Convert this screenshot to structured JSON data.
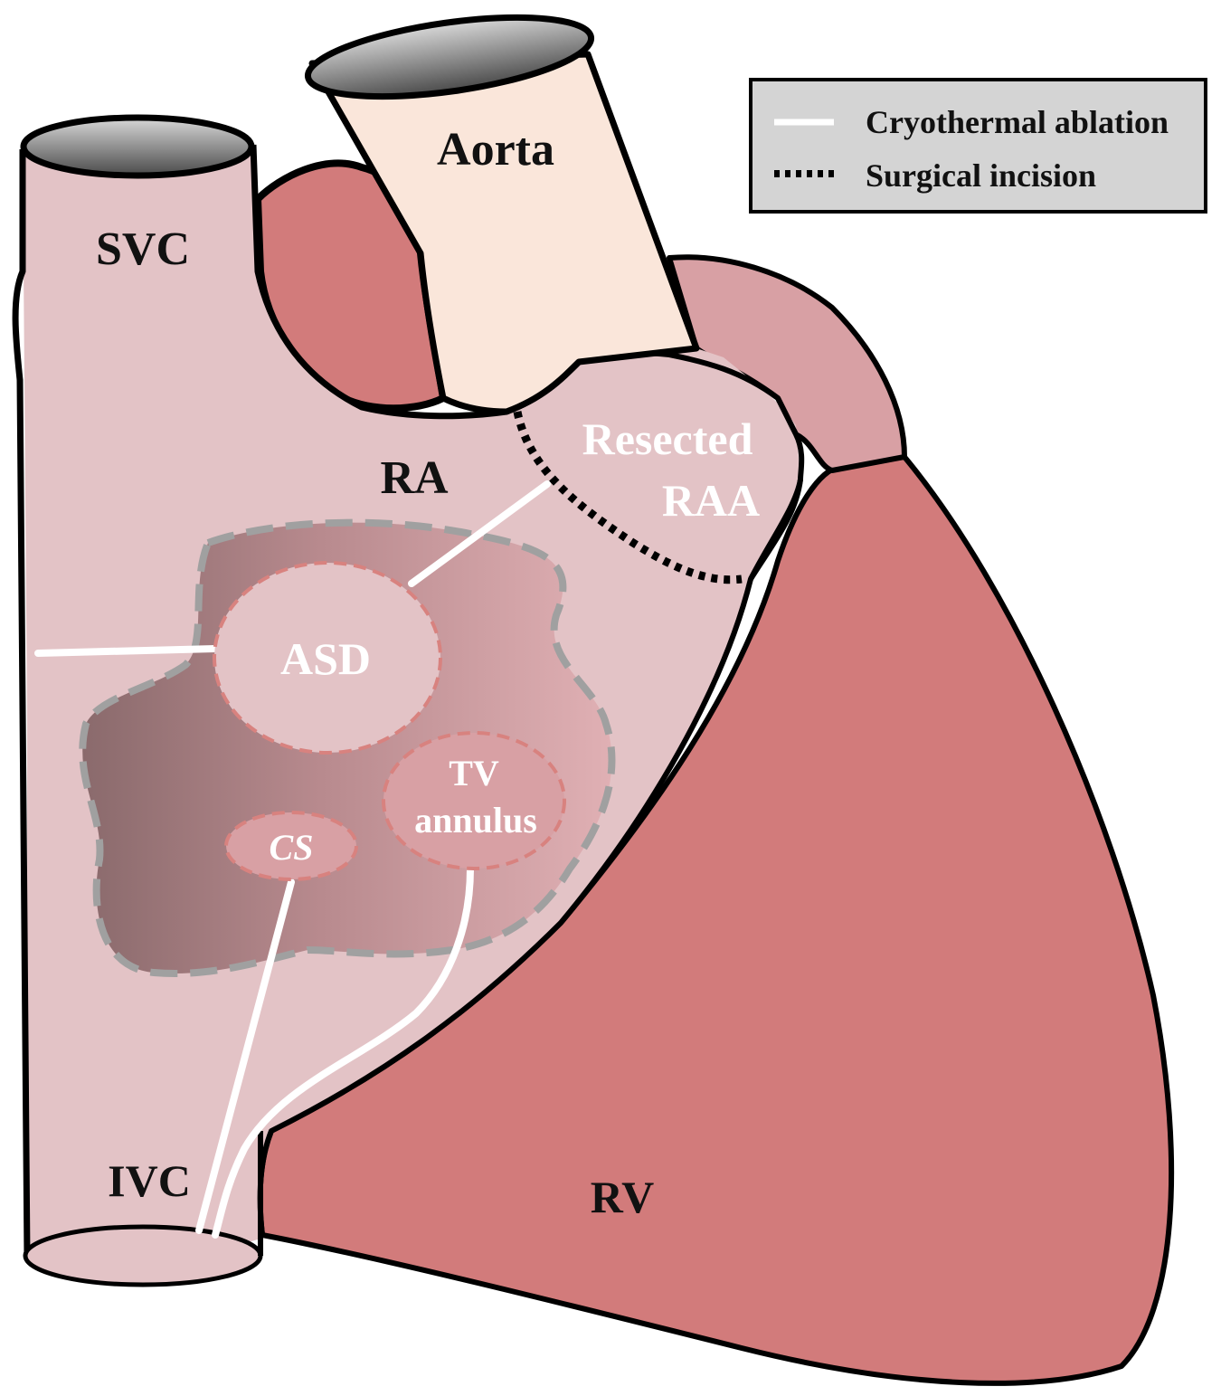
{
  "labels": {
    "svc": "SVC",
    "aorta": "Aorta",
    "ra": "RA",
    "resected_line1": "Resected",
    "resected_line2": "RAA",
    "asd": "ASD",
    "tv_line1": "TV",
    "tv_line2": "annulus",
    "cs": "CS",
    "ivc": "IVC",
    "rv": "RV"
  },
  "legend": {
    "items": [
      {
        "label": "Cryothermal ablation",
        "style": "solid-white"
      },
      {
        "label": "Surgical incision",
        "style": "dotted-black"
      }
    ]
  },
  "colors": {
    "ra_tissue": "#e3c3c6",
    "ventricle": "#d27b7b",
    "aorta": "#fae6da",
    "appendage": "#d8a0a4",
    "outline": "#000000",
    "ablation": "#ffffff",
    "legend_bg": "#d4d4d4"
  }
}
